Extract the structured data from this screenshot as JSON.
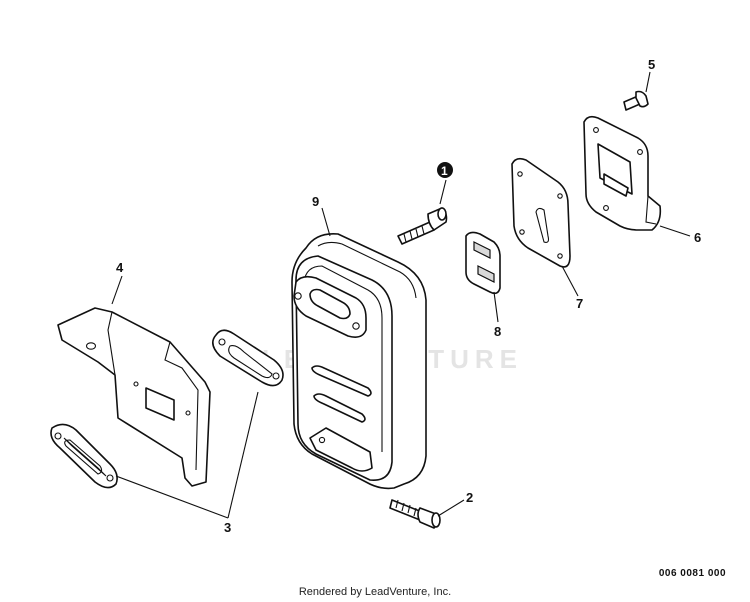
{
  "callouts": {
    "c1": "1",
    "c2": "2",
    "c3": "3",
    "c4": "4",
    "c5": "5",
    "c6": "6",
    "c7": "7",
    "c8": "8",
    "c9": "9"
  },
  "watermark": "LEADVENTURE",
  "diagram_code": "006 0081 000",
  "footer": "Rendered by LeadVenture, Inc."
}
